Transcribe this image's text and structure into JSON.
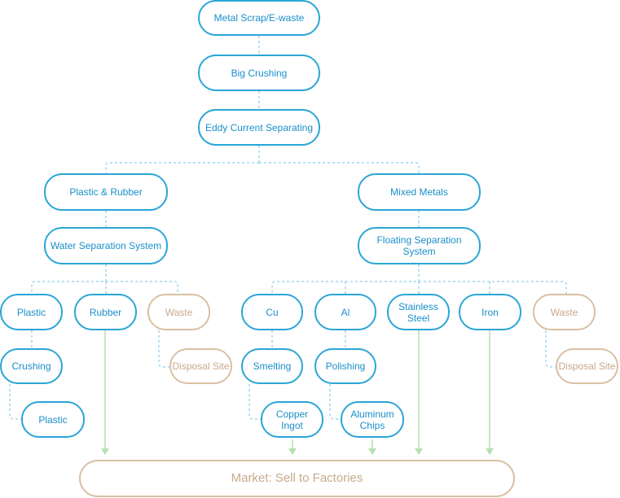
{
  "colors": {
    "blue": "#2aa6d6",
    "text_blue": "#1a8fc9",
    "tan": "#d9c0a3",
    "dashed": "#9fd6ee",
    "green_arrow": "#b5e0b1"
  },
  "nodes": {
    "metal_scrap": "Metal Scrap/E-waste",
    "big_crushing": "Big Crushing",
    "eddy_current": "Eddy Current Separating",
    "plastic_rubber": "Plastic & Rubber",
    "mixed_metals": "Mixed Metals",
    "water_sep": "Water Separation System",
    "floating_sep": "Floating Separation System",
    "plastic": "Plastic",
    "rubber": "Rubber",
    "waste_left": "Waste",
    "crushing": "Crushing",
    "disposal_left": "Disposal Site",
    "plastic_out": "Plastic",
    "cu": "Cu",
    "al": "Al",
    "stainless": "Stainless\nSteel",
    "iron": "Iron",
    "waste_right": "Waste",
    "smelting": "Smelting",
    "polishing": "Polishing",
    "disposal_right": "Disposal Site",
    "copper_ingot": "Copper\nIngot",
    "aluminum_chips": "Aluminum\nChips",
    "market": "Market: Sell to Factories"
  }
}
